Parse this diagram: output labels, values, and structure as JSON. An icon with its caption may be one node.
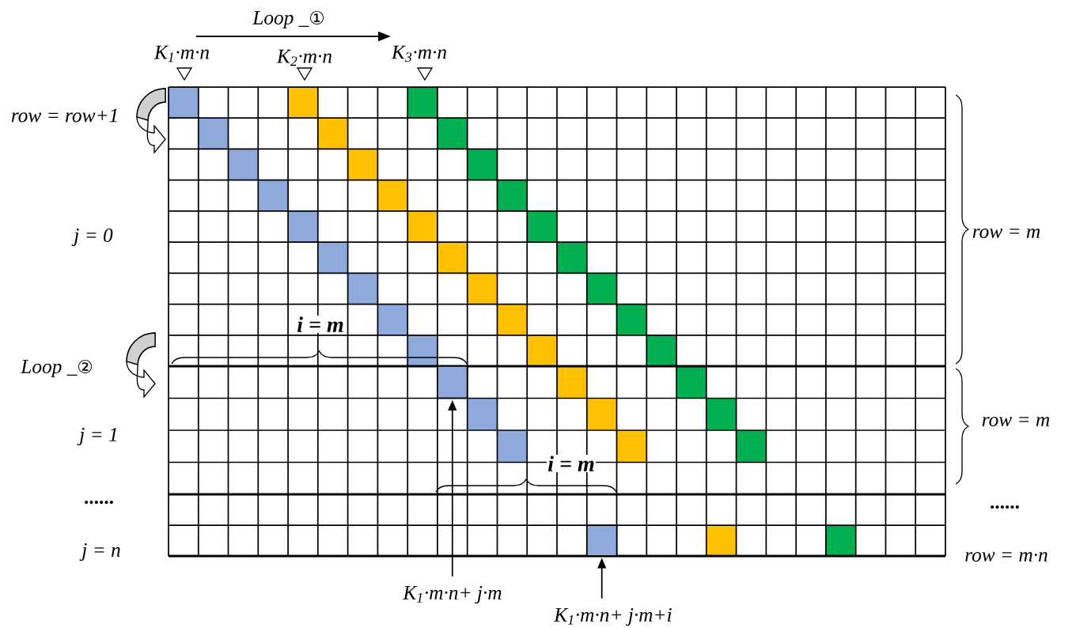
{
  "diagram": {
    "nodes": [
      {
        "text": [],
        "shape": "box"
      },
      {
        "text": [],
        "shape": "box"
      },
      {
        "text": [
          "K$_{1}$·m·n+ j·m"
        ]
      },
      {
        "text": [
          "K$_{1}$·m·n+ j·m+i"
        ]
      }
    ],
    "edges": [
      {
        "from": 2,
        "to": 0,
        "arrow": "to"
      },
      {
        "from": 3,
        "to": 1,
        "arrow": "to"
      }
    ],
    "labels": [
      "Loop _①",
      "K$_{1}$·m·n",
      "K$_{2}$·m·n",
      "K$_{3}$·m·n",
      "row = row+1",
      "row = m",
      "j = 0",
      "i = m",
      "Loop _②",
      "row = m",
      "j = 1",
      "i = m",
      "......",
      "......",
      "j = n",
      "row = m·n"
    ]
  }
}
